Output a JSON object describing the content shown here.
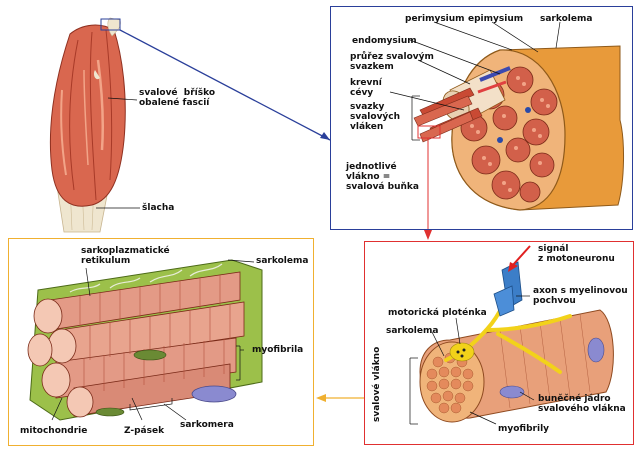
{
  "labels": {
    "muscle_belly": "svalové  bříško\nobalené fascií",
    "tendon": "šlacha",
    "perimysium": "perimysium",
    "epimysium": "epimysium",
    "sarkolema_top": "sarkolema",
    "endomysium": "endomysium",
    "cross_section": "průřez svalovým\nsvazkem",
    "blood_vessels": "krevní\ncévy",
    "fiber_bundles": "svazky\nsvalových\nvláken",
    "single_fiber": "jednotlivé\nvlákno =\nsvalová buňka",
    "sarcoplasmic": "sarkoplazmatické\nretikulum",
    "sarkolema_left": "sarkolema",
    "myofibrila": "myofibrila",
    "mitochondrie": "mitochondrie",
    "z_pasek": "Z-pásek",
    "sarkomera": "sarkomera",
    "signal": "signál\nz motoneuronu",
    "axon": "axon s myelinovou\npochvou",
    "motor_plate": "motorická ploténka",
    "sarkolema_right": "sarkolema",
    "muscle_fiber": "svalové vlákno",
    "nucleus": "buněčné jádro\nsvalového vlákna",
    "myofibrily": "myofibrily"
  },
  "colors": {
    "muscle": "#d9674f",
    "muscle_light": "#f2a488",
    "muscle_dark": "#a83a28",
    "tendon": "#efe6cf",
    "sheath": "#e89a3a",
    "green": "#9cc04a",
    "nerve": "#f2d21a",
    "axon_blue": "#3c7ec8",
    "border_blue": "#2a3f9a",
    "border_red": "#e03030",
    "border_orange": "#f0b030"
  }
}
